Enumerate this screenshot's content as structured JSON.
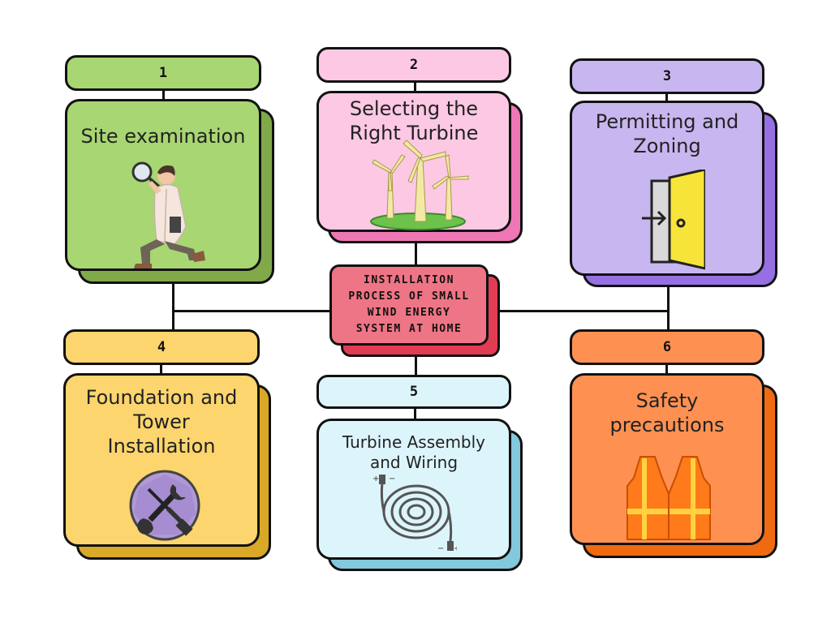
{
  "diagram": {
    "center": {
      "lines": [
        "INSTALLATION",
        "PROCESS OF SMALL",
        "WIND ENERGY",
        "SYSTEM AT HOME"
      ],
      "color": "#ee7585",
      "shadow_color": "#e23c55"
    },
    "steps": [
      {
        "number": "1",
        "title_lines": [
          "Site examination"
        ],
        "color": "#a8d672",
        "shadow_color": "#80a94a",
        "icon": "inspector-magnifier-icon"
      },
      {
        "number": "2",
        "title_lines": [
          "Selecting the",
          "Right Turbine"
        ],
        "color": "#fcc8e4",
        "shadow_color": "#ef77b6",
        "icon": "wind-turbines-icon"
      },
      {
        "number": "3",
        "title_lines": [
          "Permitting and",
          "Zoning"
        ],
        "color": "#c8b6f0",
        "shadow_color": "#9670e3",
        "icon": "door-exit-icon"
      },
      {
        "number": "4",
        "title_lines": [
          "Foundation and",
          "Tower",
          "Installation"
        ],
        "color": "#fcd56e",
        "shadow_color": "#d8a826",
        "icon": "wrench-screwdriver-icon"
      },
      {
        "number": "5",
        "title_lines": [
          "Turbine Assembly",
          "and Wiring"
        ],
        "color": "#dcf5fb",
        "shadow_color": "#83c8db",
        "icon": "coiled-cable-icon"
      },
      {
        "number": "6",
        "title_lines": [
          "Safety",
          "precautions"
        ],
        "color": "#fe9152",
        "shadow_color": "#f06a12",
        "icon": "safety-vest-icon"
      }
    ]
  }
}
